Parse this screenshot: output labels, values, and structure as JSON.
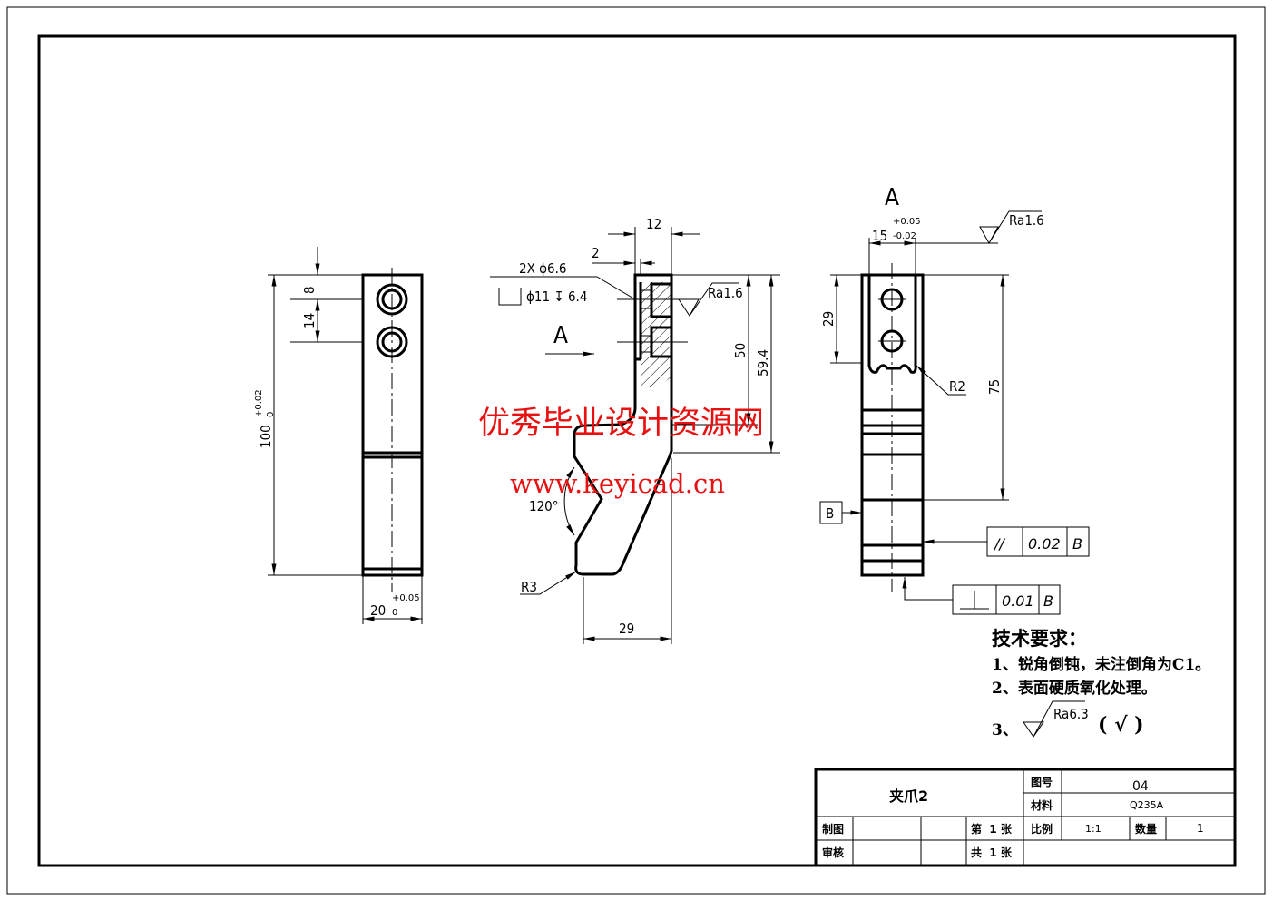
{
  "drawing": {
    "left_view": {
      "dim_height": "100",
      "dim_height_tol_upper": "+0.02",
      "dim_height_tol_lower": "0",
      "dim_width": "20",
      "dim_width_tol_upper": "+0.05",
      "dim_width_tol_lower": "0",
      "dim_top": "8",
      "dim_spacing": "14"
    },
    "middle_view": {
      "dim_12": "12",
      "dim_2": "2",
      "hole_note": "2X ϕ6.6",
      "counterbore_note": "ϕ11 ↧ 6.4",
      "view_arrow_label": "A",
      "roughness": "Ra1.6",
      "dim_50": "50",
      "dim_59": "59.4",
      "angle": "120°",
      "radius": "R3",
      "dim_29": "29"
    },
    "right_view": {
      "view_label": "A",
      "dim_width": "15",
      "dim_tol_upper": "+0.05",
      "dim_tol_lower": "-0.02",
      "roughness": "Ra1.6",
      "dim_29": "29",
      "dim_75": "75",
      "radius": "R2",
      "datum": "B",
      "parallel": {
        "symbol": "//",
        "value": "0.02",
        "datum": "B"
      },
      "perpendicular": {
        "value": "0.01",
        "datum": "B"
      }
    }
  },
  "watermark": {
    "line1": "优秀毕业设计资源网",
    "line2": "www.keyicad.cn"
  },
  "tech_requirements": {
    "title": "技术要求：",
    "items": [
      "1、锐角倒钝，未注倒角为C1。",
      "2、表面硬质氧化处理。"
    ],
    "item3_prefix": "3、",
    "item3_roughness": "Ra6.3",
    "item3_suffix": "( √ )"
  },
  "title_block": {
    "part_name": "夹爪2",
    "drawing_no_label": "图号",
    "drawing_no": "04",
    "material_label": "材料",
    "material": "Q235A",
    "drawn_label": "制图",
    "checked_label": "审核",
    "sheet_label": "第  1 张",
    "total_label": "共  1 张",
    "scale_label": "比例",
    "scale": "1:1",
    "qty_label": "数量",
    "qty": "1"
  }
}
